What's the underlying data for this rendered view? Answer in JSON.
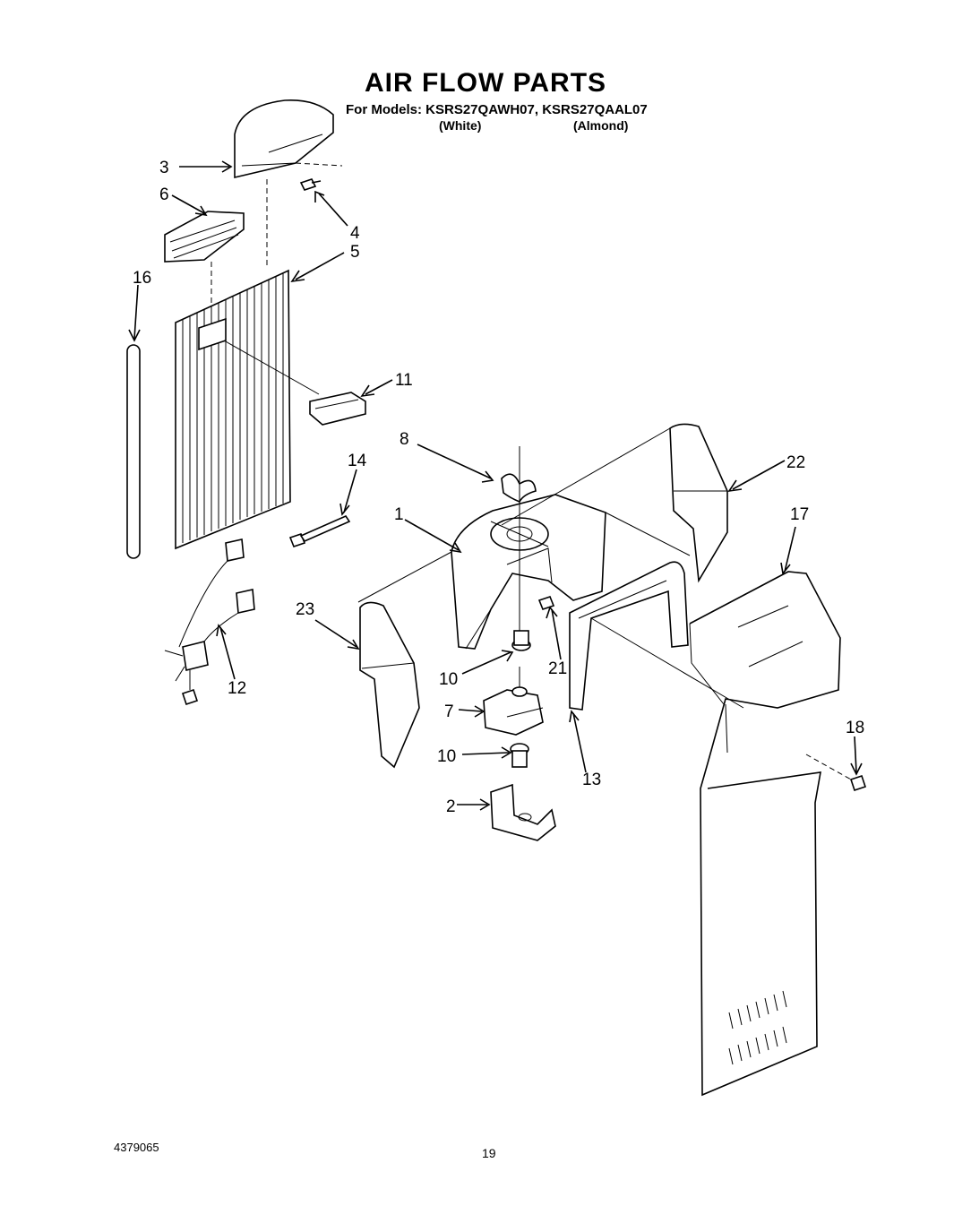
{
  "header": {
    "title": "AIR FLOW PARTS",
    "models": "For Models: KSRS27QAWH07, KSRS27QAAL07",
    "finish_white": "(White)",
    "finish_almond": "(Almond)"
  },
  "footer": {
    "doc_number": "4379065",
    "page_number": "19"
  },
  "callouts": {
    "c1": "1",
    "c2": "2",
    "c3": "3",
    "c4": "4",
    "c5": "5",
    "c6": "6",
    "c7": "7",
    "c8": "8",
    "c10a": "10",
    "c10b": "10",
    "c11": "11",
    "c12": "12",
    "c13": "13",
    "c14": "14",
    "c16": "16",
    "c17": "17",
    "c18": "18",
    "c21": "21",
    "c22": "22",
    "c23": "23"
  }
}
